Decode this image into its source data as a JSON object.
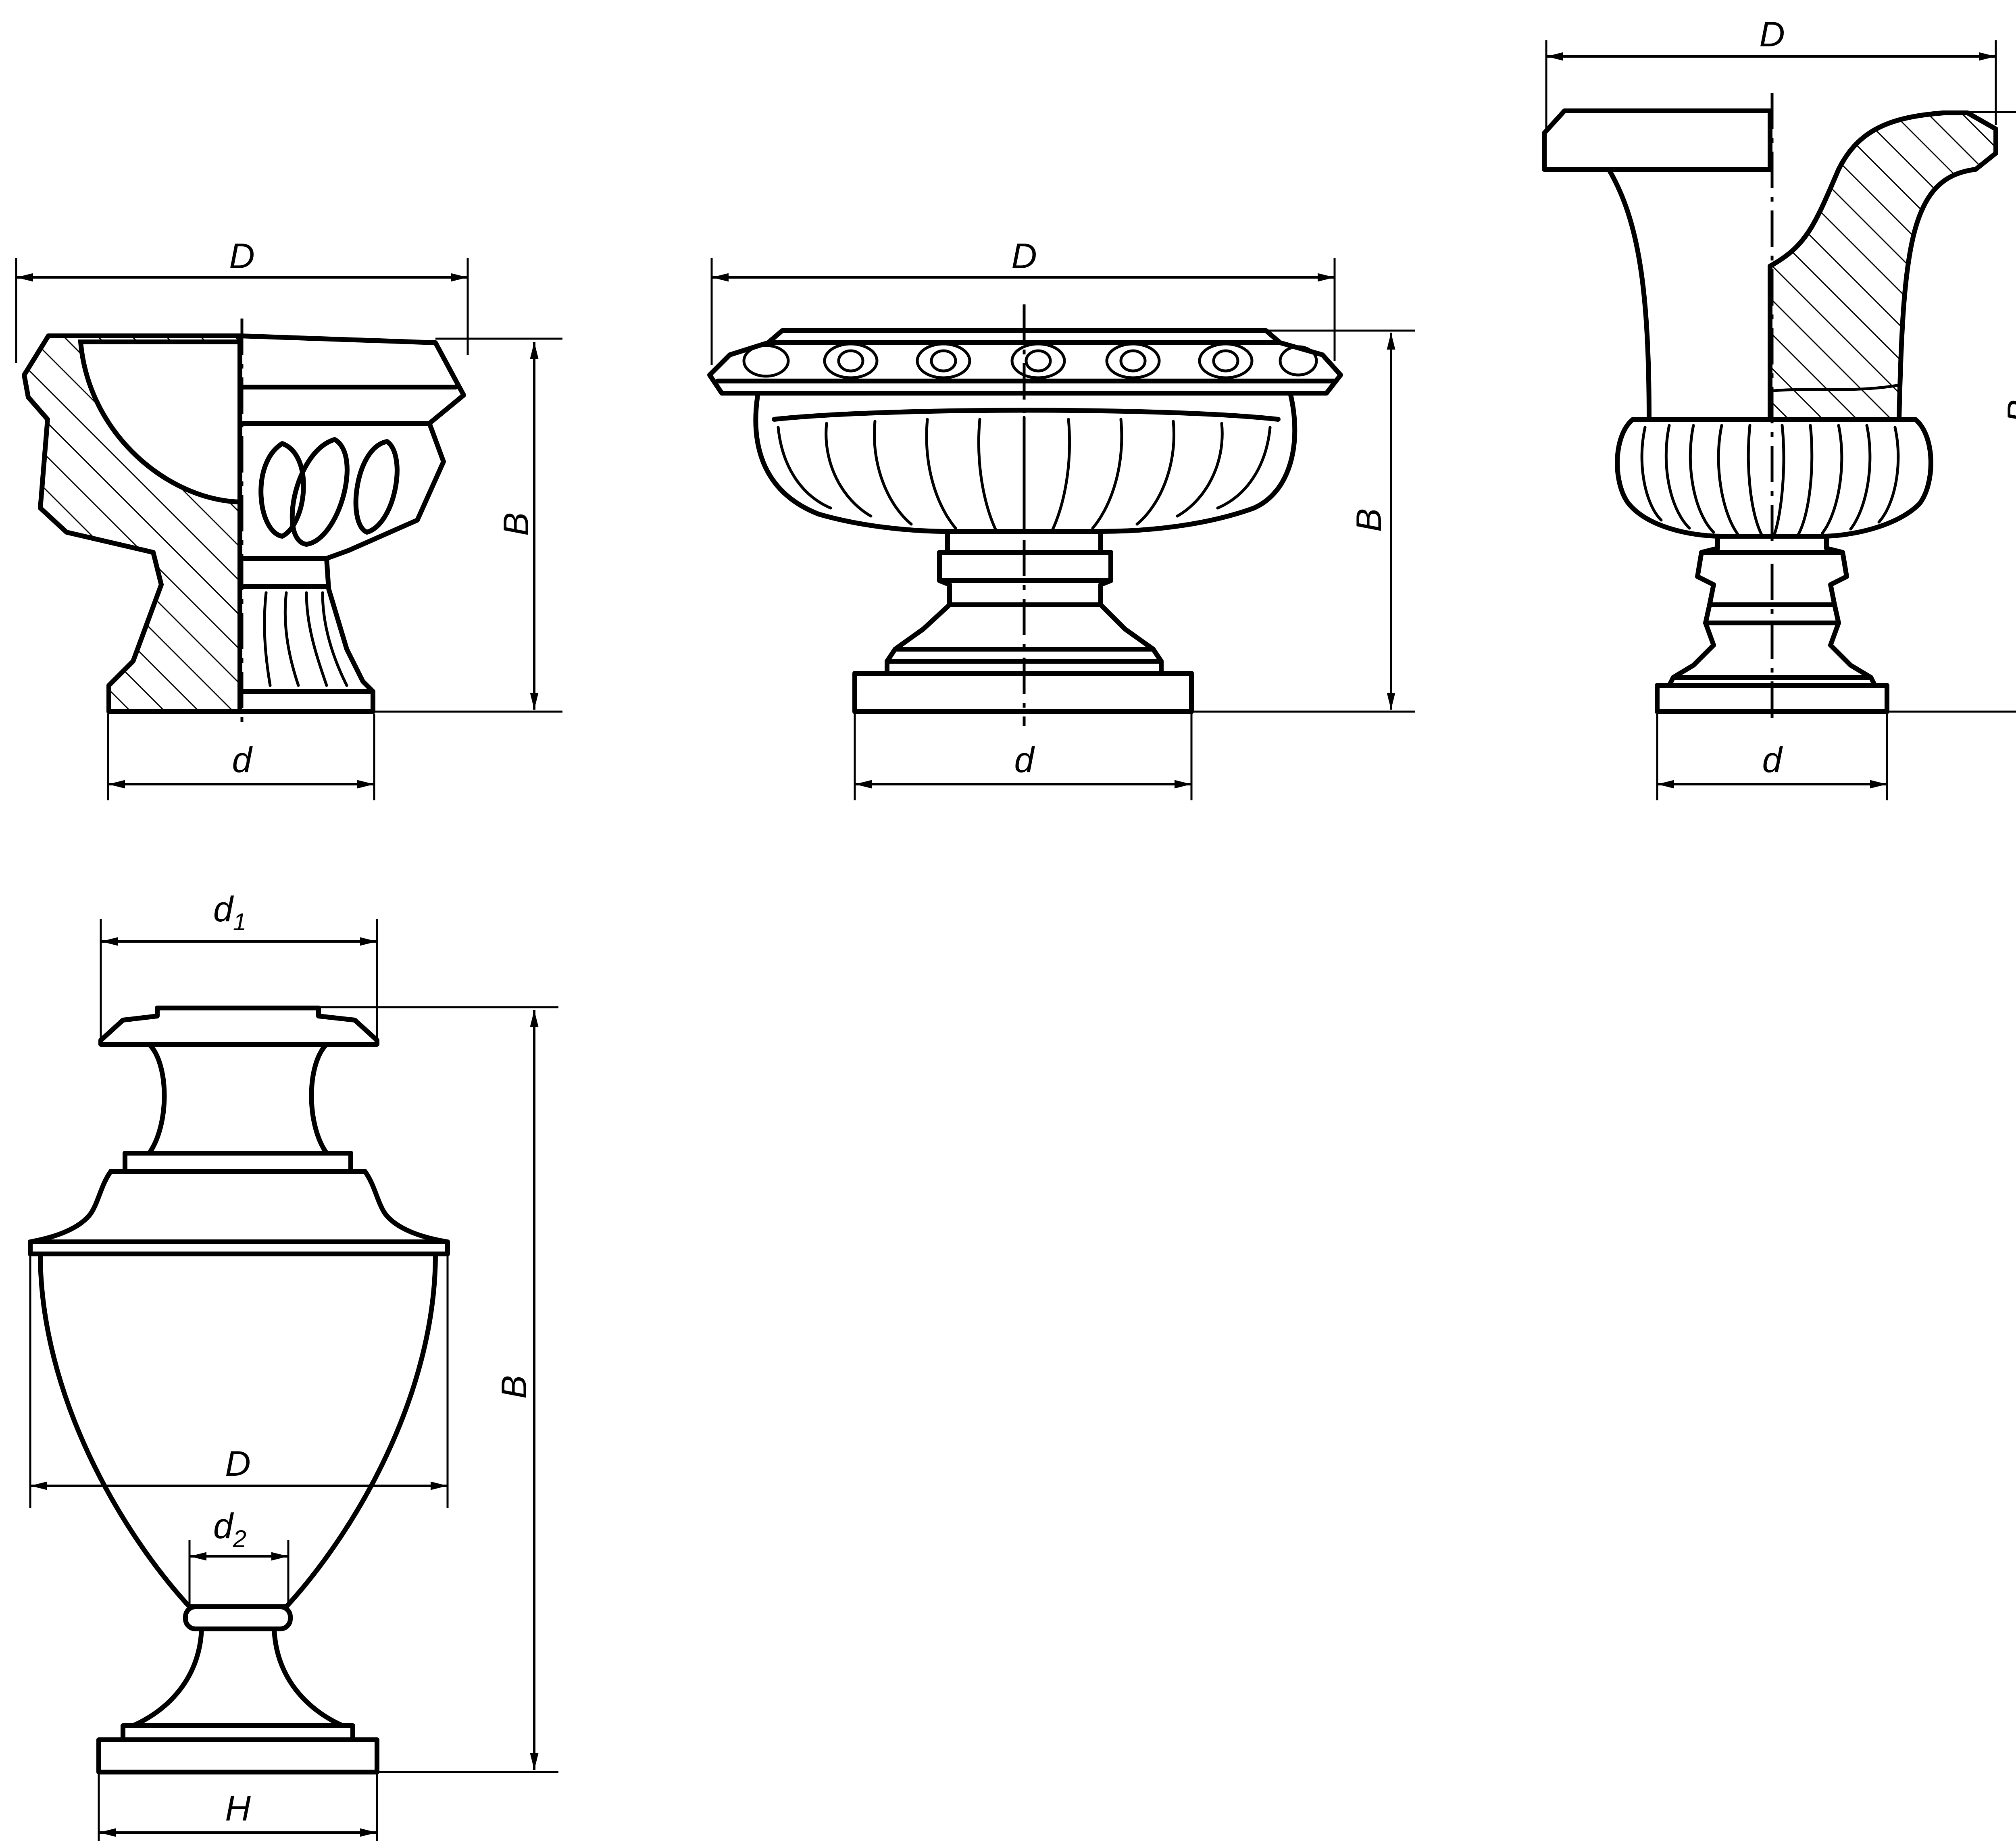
{
  "labels": {
    "urn1": {
      "top": "D",
      "bottom": "d",
      "height": "B"
    },
    "urn2": {
      "top": "D",
      "bottom": "d",
      "height": "B"
    },
    "urn3": {
      "top": "D",
      "bottom": "d",
      "height": "B"
    },
    "urn4": {
      "top_main": "d",
      "top_sub": "1",
      "body": "D",
      "neck_main": "d",
      "neck_sub": "2",
      "height": "B",
      "base": "H"
    }
  }
}
